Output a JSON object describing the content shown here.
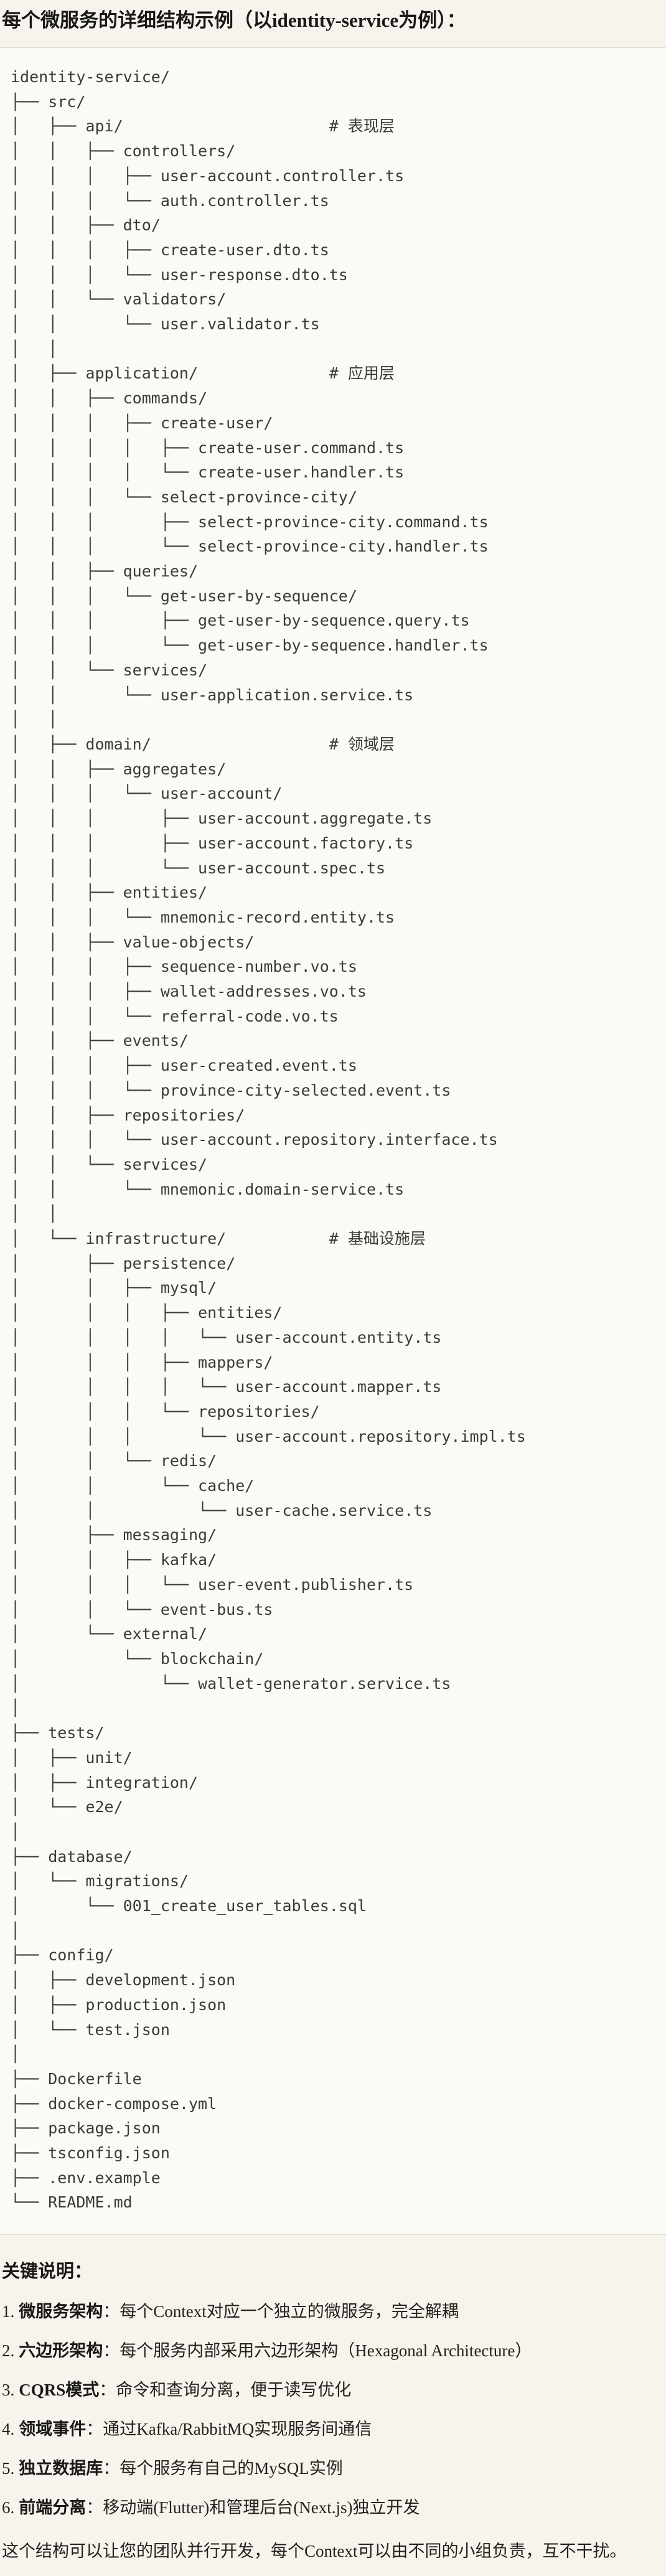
{
  "page": {
    "title": "每个微服务的详细结构示例（以identity-service为例）："
  },
  "tree": {
    "lines": [
      "identity-service/",
      "├── src/",
      "│   ├── api/                      # 表现层",
      "│   │   ├── controllers/",
      "│   │   │   ├── user-account.controller.ts",
      "│   │   │   └── auth.controller.ts",
      "│   │   ├── dto/",
      "│   │   │   ├── create-user.dto.ts",
      "│   │   │   └── user-response.dto.ts",
      "│   │   └── validators/",
      "│   │       └── user.validator.ts",
      "│   │",
      "│   ├── application/              # 应用层",
      "│   │   ├── commands/",
      "│   │   │   ├── create-user/",
      "│   │   │   │   ├── create-user.command.ts",
      "│   │   │   │   └── create-user.handler.ts",
      "│   │   │   └── select-province-city/",
      "│   │   │       ├── select-province-city.command.ts",
      "│   │   │       └── select-province-city.handler.ts",
      "│   │   ├── queries/",
      "│   │   │   └── get-user-by-sequence/",
      "│   │   │       ├── get-user-by-sequence.query.ts",
      "│   │   │       └── get-user-by-sequence.handler.ts",
      "│   │   └── services/",
      "│   │       └── user-application.service.ts",
      "│   │",
      "│   ├── domain/                   # 领域层",
      "│   │   ├── aggregates/",
      "│   │   │   └── user-account/",
      "│   │   │       ├── user-account.aggregate.ts",
      "│   │   │       ├── user-account.factory.ts",
      "│   │   │       └── user-account.spec.ts",
      "│   │   ├── entities/",
      "│   │   │   └── mnemonic-record.entity.ts",
      "│   │   ├── value-objects/",
      "│   │   │   ├── sequence-number.vo.ts",
      "│   │   │   ├── wallet-addresses.vo.ts",
      "│   │   │   └── referral-code.vo.ts",
      "│   │   ├── events/",
      "│   │   │   ├── user-created.event.ts",
      "│   │   │   └── province-city-selected.event.ts",
      "│   │   ├── repositories/",
      "│   │   │   └── user-account.repository.interface.ts",
      "│   │   └── services/",
      "│   │       └── mnemonic.domain-service.ts",
      "│   │",
      "│   └── infrastructure/           # 基础设施层",
      "│       ├── persistence/",
      "│       │   ├── mysql/",
      "│       │   │   ├── entities/",
      "│       │   │   │   └── user-account.entity.ts",
      "│       │   │   ├── mappers/",
      "│       │   │   │   └── user-account.mapper.ts",
      "│       │   │   └── repositories/",
      "│       │   │       └── user-account.repository.impl.ts",
      "│       │   └── redis/",
      "│       │       └── cache/",
      "│       │           └── user-cache.service.ts",
      "│       ├── messaging/",
      "│       │   ├── kafka/",
      "│       │   │   └── user-event.publisher.ts",
      "│       │   └── event-bus.ts",
      "│       └── external/",
      "│           └── blockchain/",
      "│               └── wallet-generator.service.ts",
      "│",
      "├── tests/",
      "│   ├── unit/",
      "│   ├── integration/",
      "│   └── e2e/",
      "│",
      "├── database/",
      "│   └── migrations/",
      "│       └── 001_create_user_tables.sql",
      "│",
      "├── config/",
      "│   ├── development.json",
      "│   ├── production.json",
      "│   └── test.json",
      "│",
      "├── Dockerfile",
      "├── docker-compose.yml",
      "├── package.json",
      "├── tsconfig.json",
      "├── .env.example",
      "└── README.md"
    ]
  },
  "notes": {
    "heading": "关键说明：",
    "items": [
      {
        "number": "1.",
        "label": "微服务架构",
        "text": "：每个Context对应一个独立的微服务，完全解耦"
      },
      {
        "number": "2.",
        "label": "六边形架构",
        "text": "：每个服务内部采用六边形架构（Hexagonal Architecture）"
      },
      {
        "number": "3.",
        "label": "CQRS模式",
        "text": "：命令和查询分离，便于读写优化"
      },
      {
        "number": "4.",
        "label": "领域事件",
        "text": "：通过Kafka/RabbitMQ实现服务间通信"
      },
      {
        "number": "5.",
        "label": "独立数据库",
        "text": "：每个服务有自己的MySQL实例"
      },
      {
        "number": "6.",
        "label": "前端分离",
        "text": "：移动端(Flutter)和管理后台(Next.js)独立开发"
      }
    ],
    "closing": "这个结构可以让您的团队并行开发，每个Context可以由不同的小组负责，互不干扰。"
  },
  "colors": {
    "page_bg": "#f6f4ed",
    "code_bg": "#fbfaf6",
    "code_border": "#dfdcd4",
    "heading_text": "#1a1816",
    "tree_text": "#3b3a36"
  }
}
